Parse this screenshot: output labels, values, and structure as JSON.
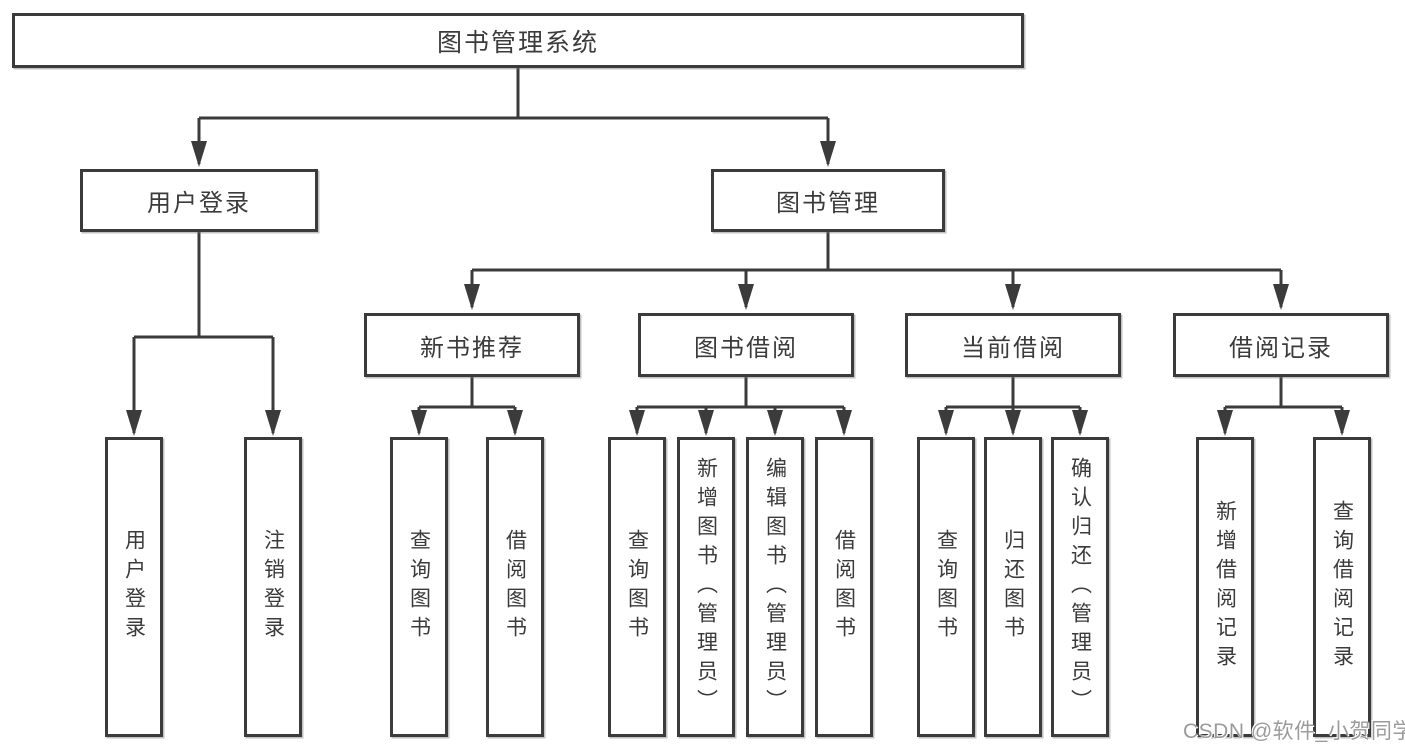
{
  "colors": {
    "line": "#3b3b3b",
    "box_border": "#3b3b3b",
    "text": "#3b3b3b",
    "background": "#ffffff",
    "watermark": "#9b9b9b"
  },
  "watermark": {
    "text": "CSDN @软件_小贺同学"
  },
  "diagram": {
    "type": "hierarchy-tree",
    "root": {
      "label": "图书管理系统"
    },
    "branches": [
      {
        "label": "用户登录",
        "children": [
          {
            "label": "用户登录"
          },
          {
            "label": "注销登录"
          }
        ]
      },
      {
        "label": "图书管理",
        "children": [
          {
            "label": "新书推荐",
            "children": [
              {
                "label": "查询图书"
              },
              {
                "label": "借阅图书"
              }
            ]
          },
          {
            "label": "图书借阅",
            "children": [
              {
                "label": "查询图书"
              },
              {
                "label": "新增图书（管理员）"
              },
              {
                "label": "编辑图书（管理员）"
              },
              {
                "label": "借阅图书"
              }
            ]
          },
          {
            "label": "当前借阅",
            "children": [
              {
                "label": "查询图书"
              },
              {
                "label": "归还图书"
              },
              {
                "label": "确认归还（管理员）"
              }
            ]
          },
          {
            "label": "借阅记录",
            "children": [
              {
                "label": "新增借阅记录"
              },
              {
                "label": "查询借阅记录"
              }
            ]
          }
        ]
      }
    ]
  }
}
